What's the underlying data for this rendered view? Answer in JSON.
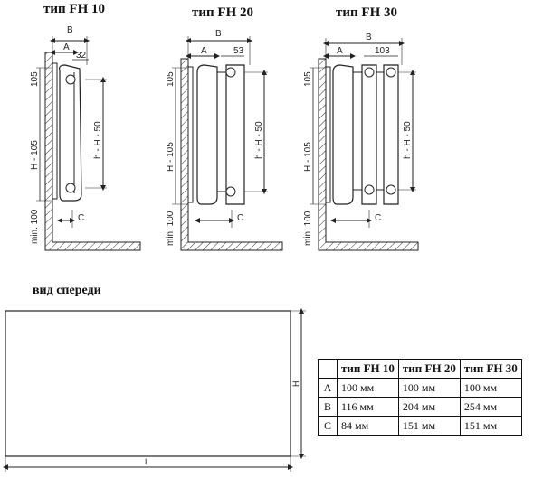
{
  "types": [
    {
      "title": "тип FH 10",
      "dim_b": "B",
      "dim_a": "A",
      "dim_width": "32",
      "dim_top": "105",
      "dim_body": "H - 105",
      "dim_bottom": "min. 100",
      "dim_side": "h - H - 50",
      "dim_c": "C"
    },
    {
      "title": "тип FH 20",
      "dim_b": "B",
      "dim_a": "A",
      "dim_width": "53",
      "dim_top": "105",
      "dim_body": "H - 105",
      "dim_bottom": "min. 100",
      "dim_side": "h - H - 50",
      "dim_c": "C"
    },
    {
      "title": "тип FH 30",
      "dim_b": "B",
      "dim_a": "A",
      "dim_width": "103",
      "dim_top": "105",
      "dim_body": "H - 105",
      "dim_bottom": "min. 100",
      "dim_side": "h - H - 50",
      "dim_c": "C"
    }
  ],
  "front_view": {
    "title": "вид спереди",
    "dim_l": "L",
    "dim_h": "H"
  },
  "table": {
    "headers": [
      "",
      "тип FH 10",
      "тип FH 20",
      "тип FH 30"
    ],
    "rows": [
      [
        "A",
        "100 мм",
        "100 мм",
        "100 мм"
      ],
      [
        "B",
        "116 мм",
        "204 мм",
        "254 мм"
      ],
      [
        "C",
        "84 мм",
        "151 мм",
        "151 мм"
      ]
    ]
  }
}
